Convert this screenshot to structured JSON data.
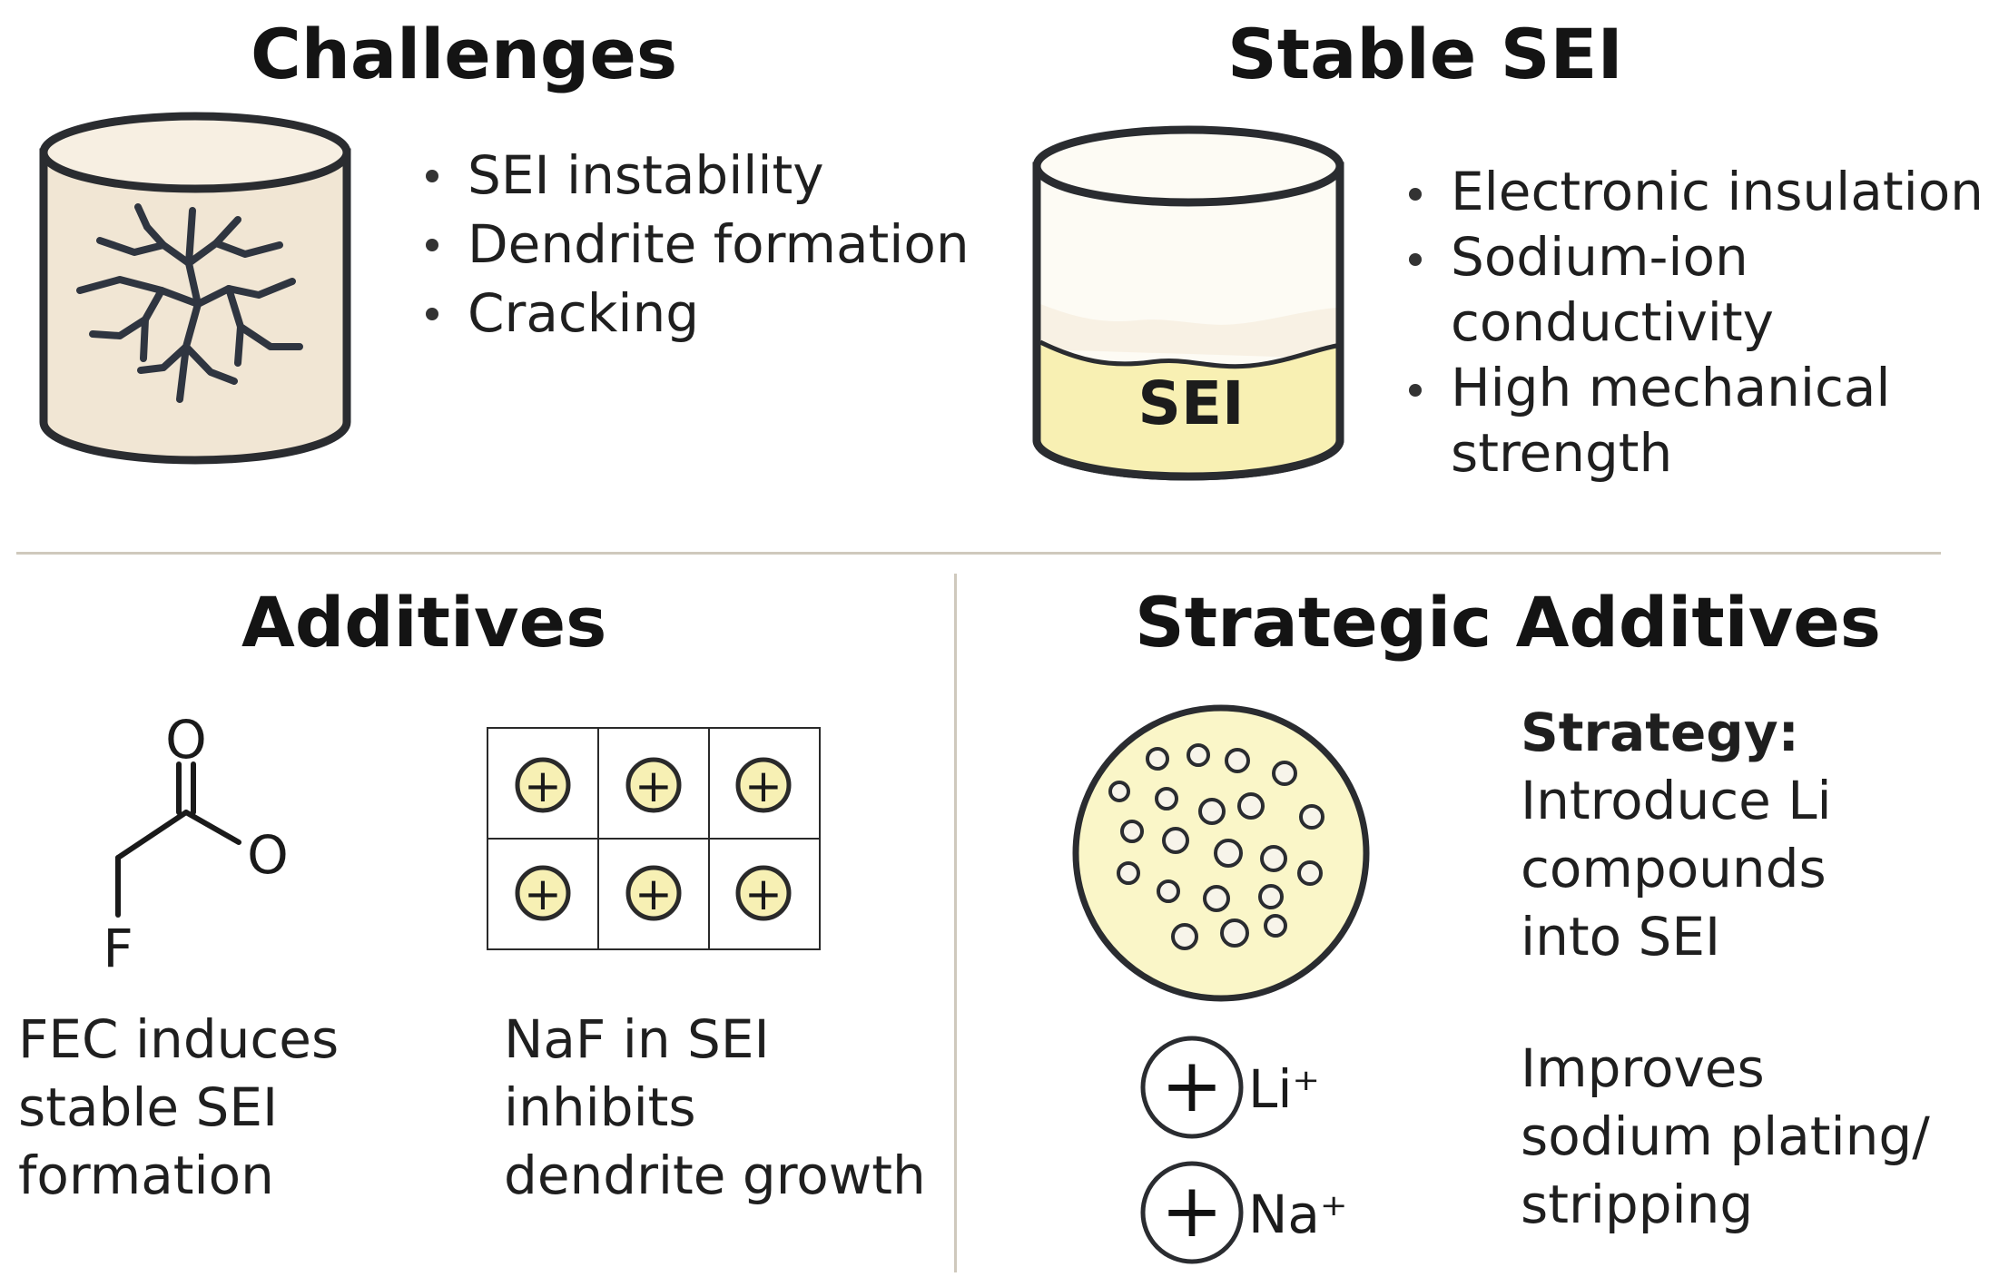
{
  "challenges": {
    "heading": "Challenges",
    "items": [
      "SEI instability",
      "Dendrite formation",
      "Cracking"
    ]
  },
  "stable_sei": {
    "heading": "Stable SEI",
    "cylinder_label": "SEI",
    "items": [
      [
        "Electronic insulation"
      ],
      [
        "Sodium-ion",
        "conductivity"
      ],
      [
        "High mechanical",
        "strength"
      ]
    ]
  },
  "additives": {
    "heading": "Additives",
    "molecule_atoms": {
      "o_top": "O",
      "o_ring": "O",
      "f": "F"
    },
    "cell_symbol": "+",
    "fec_text": [
      "FEC induces",
      "stable SEI",
      "formation"
    ],
    "naf_text": [
      "NaF in SEI",
      "inhibits",
      "dendrite growth"
    ]
  },
  "strategic": {
    "heading": "Strategic Additives",
    "strategy_label": "Strategy:",
    "strategy_text": [
      "Introduce Li",
      "compounds",
      "into SEI"
    ],
    "ions": [
      {
        "symbol": "+",
        "label": "Li⁺"
      },
      {
        "symbol": "+",
        "label": "Na⁺"
      }
    ],
    "improves_text": [
      "Improves",
      "sodium plating/",
      "stripping"
    ]
  },
  "colors": {
    "cylinder_beige": "#f1e6d4",
    "sei_yellow": "#f8f0b3",
    "particle_fill": "#faf6c8",
    "outline": "#2a2c30"
  }
}
